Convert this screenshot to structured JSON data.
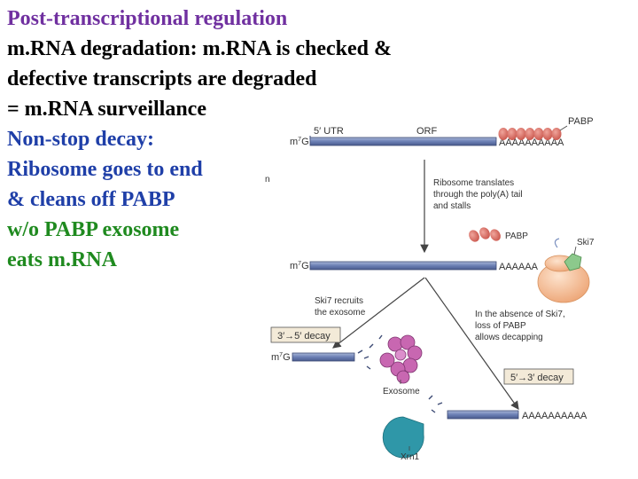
{
  "slide": {
    "title": "Post-transcriptional regulation",
    "lines": [
      "m.RNA degradation: m.RNA is checked &",
      "defective transcripts are degraded",
      "= m.RNA surveillance",
      "Non-stop decay:",
      "Ribosome goes to end",
      "& cleans off PABP",
      "w/o PABP exosome",
      "eats m.RNA"
    ],
    "colors": {
      "title": "#7030a0",
      "body": "#000000",
      "heading": "#1f3fa8",
      "highlight": "#1f8a1f"
    }
  },
  "figure": {
    "labels": {
      "utr": "5′ UTR",
      "orf": "ORF",
      "pabp": "PABP",
      "cap_m": "m",
      "cap_sup": "7",
      "cap_g": "G",
      "tail": "AAAAAAAAAA",
      "tail_short": "AAAAAA",
      "cut_char": "n",
      "ribo_note": [
        "Ribosome translates",
        "through the poly(A) tail",
        "and stalls"
      ],
      "ski7": "Ski7",
      "ski7_note": [
        "Ski7 recruits",
        "the exosome"
      ],
      "absence_note": [
        "In the absence of Ski7,",
        "loss of PABP",
        "allows decapping"
      ],
      "decay_35": "3′→5′ decay",
      "decay_53": "5′→3′ decay",
      "exosome": "Exosome",
      "xrn1": "Xrn1"
    },
    "colors": {
      "mrna": "#6b7fb4",
      "mrna_edge": "#3c4a74",
      "pabp": "#d9685e",
      "ribosome": "#f2b68b",
      "ski7": "#8cc98c",
      "exosome": "#c867b1",
      "xrn1": "#2f97a8",
      "arrow": "#444444",
      "decay_box": "#f3ead8"
    }
  }
}
